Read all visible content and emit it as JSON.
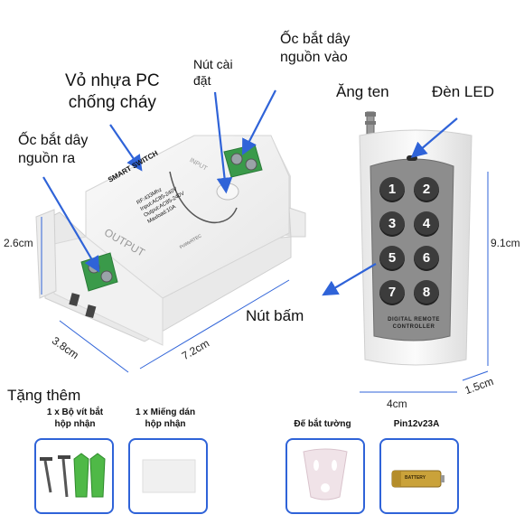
{
  "labels": {
    "terminal_in": [
      "Ốc bắt dây",
      "nguồn vào"
    ],
    "setup_button": [
      "Nút cài",
      "đặt"
    ],
    "casing": [
      "Vỏ nhựa PC",
      "chống cháy"
    ],
    "terminal_out": [
      "Ốc bắt dây",
      "nguồn ra"
    ],
    "antenna": "Ăng ten",
    "led": "Đèn LED",
    "push_button": "Nút bấm"
  },
  "dimensions": {
    "receiver_height": "2.6cm",
    "receiver_width": "3.8cm",
    "receiver_length": "7.2cm",
    "remote_length": "9.1cm",
    "remote_width": "4cm",
    "remote_thickness": "1.5cm"
  },
  "receiver": {
    "brand": "SMART SWITCH",
    "specs": [
      "RF:433Mhz",
      "Input:AC85-240V",
      "Output:AC85-240V",
      "Maxload:10A"
    ],
    "output_label": "OUTPUT",
    "input_label": "INPUT",
    "logo": "PoWeRTEC"
  },
  "remote": {
    "keys": [
      "1",
      "2",
      "3",
      "4",
      "5",
      "6",
      "7",
      "8"
    ],
    "caption": [
      "DIGITAL REMOTE",
      "CONTROLLER"
    ]
  },
  "bonus": {
    "heading": "Tặng thêm",
    "items": [
      {
        "title": [
          "1 x Bộ vít bắt",
          "hộp nhận"
        ]
      },
      {
        "title": [
          "1 x Miếng dán",
          "hộp nhận"
        ]
      },
      {
        "title": [
          "Đế bắt tường"
        ]
      },
      {
        "title": [
          "Pin12v23A"
        ]
      }
    ],
    "battery_text": "BATTERY"
  },
  "colors": {
    "arrow": "#2f63d8",
    "terminal": "#3a9a4a",
    "remote_body": "#f2f2f2",
    "keypad": "#8d8d8d",
    "key": "#3c3c3c"
  }
}
